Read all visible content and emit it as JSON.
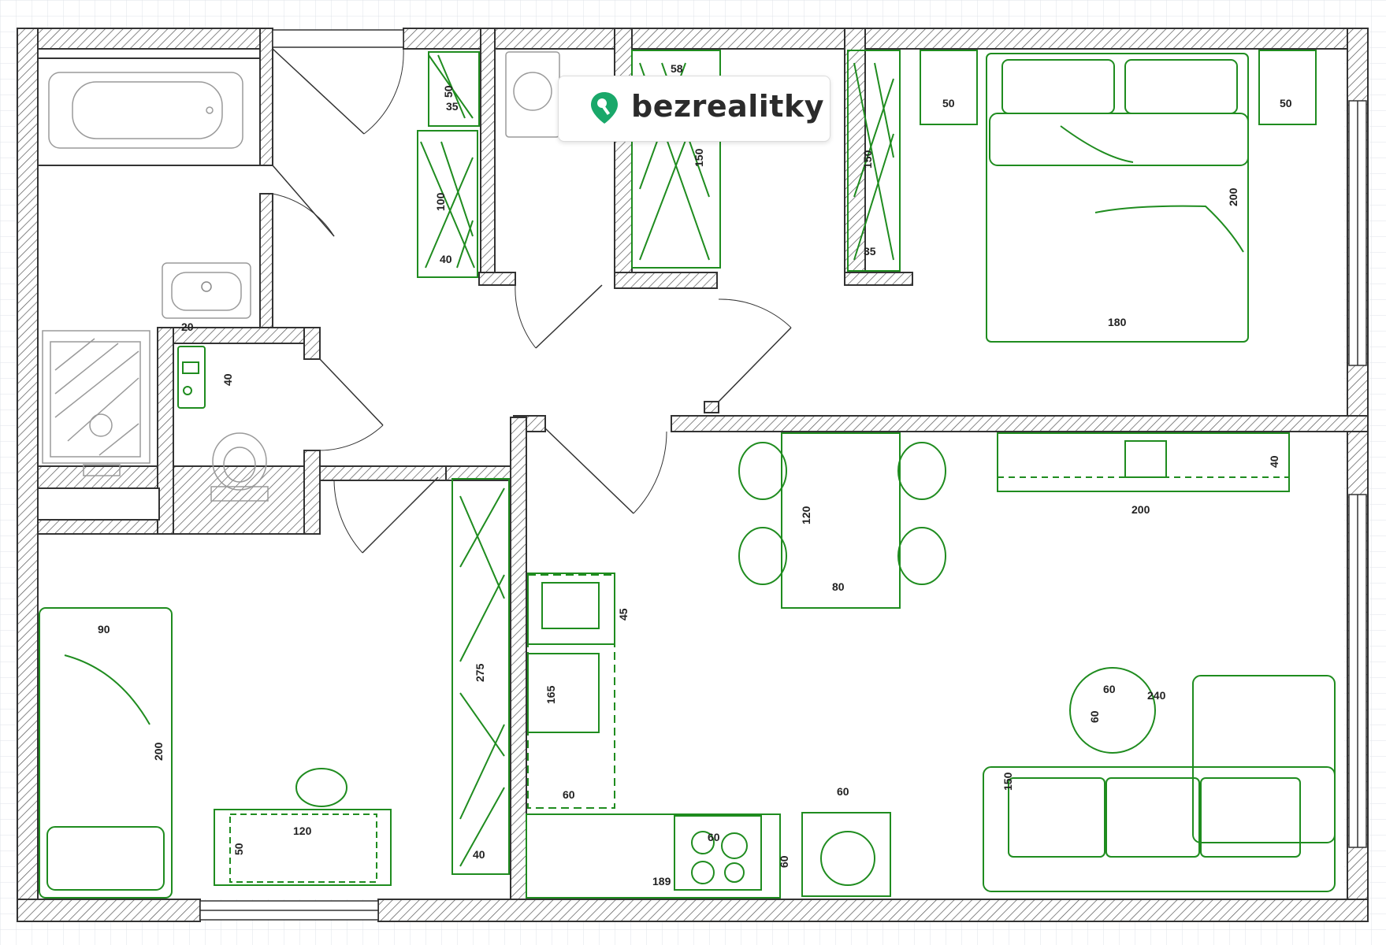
{
  "brand": {
    "name": "bezrealitky",
    "accent": "#1aa86a"
  },
  "colors": {
    "wall": "#333333",
    "furniture": "#1f8c1f",
    "grid": "#d9dde3",
    "fixtures": "#9a9a9a"
  },
  "dimensions": {
    "w1_58": "58",
    "w1_50": "50",
    "w1_35": "35",
    "w2_100": "100",
    "w2_40": "40",
    "w3_150": "150",
    "w4_150": "150",
    "w4_35": "35",
    "bed_50_left": "50",
    "bed_50_right": "50",
    "bed_200": "200",
    "bed_180": "180",
    "sink_20": "20",
    "toilet_40": "40",
    "table_120": "120",
    "table_80": "80",
    "tv_200": "200",
    "tv_40": "40",
    "sink_45": "45",
    "fridge_165": "165",
    "counter_60": "60",
    "wardrobe_275": "275",
    "wardrobe_40": "40",
    "single_bed_90": "90",
    "single_bed_200": "200",
    "desk_120": "120",
    "desk_50": "50",
    "stove_60a": "60",
    "stove_60b": "60",
    "kitchen_189": "189",
    "washer_60": "60",
    "coffee_60a": "60",
    "coffee_60b": "60",
    "sofa_240": "240",
    "sofa_150": "150"
  }
}
